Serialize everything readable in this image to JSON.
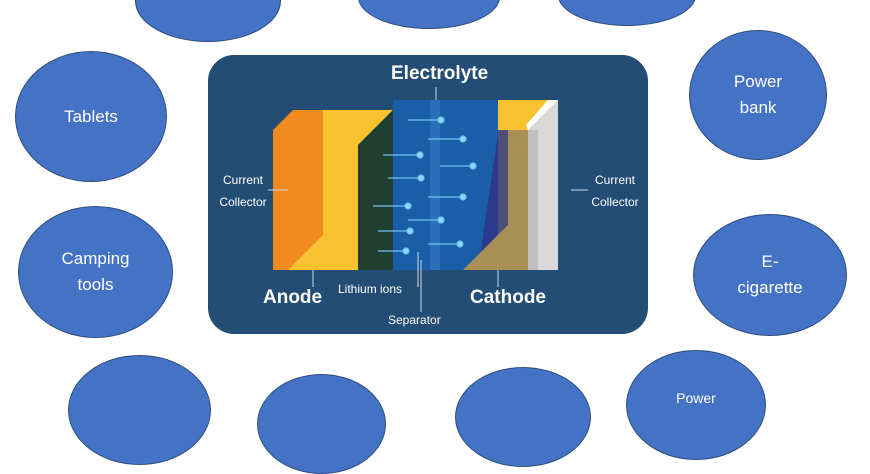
{
  "bubbles": {
    "tablets": "Tablets",
    "camping": "Camping tools",
    "power_bank": "Power bank",
    "ecig": "E-cigarette",
    "bottom_right": "Power"
  },
  "diagram": {
    "electrolyte": "Electrolyte",
    "current_collector_left": "Current Collector",
    "current_collector_right": "Current Collector",
    "anode": "Anode",
    "cathode": "Cathode",
    "lithium_ions": "Lithium ions",
    "separator": "Separator"
  },
  "colors": {
    "bubble": "#4472c4",
    "panel": "#234d74"
  }
}
